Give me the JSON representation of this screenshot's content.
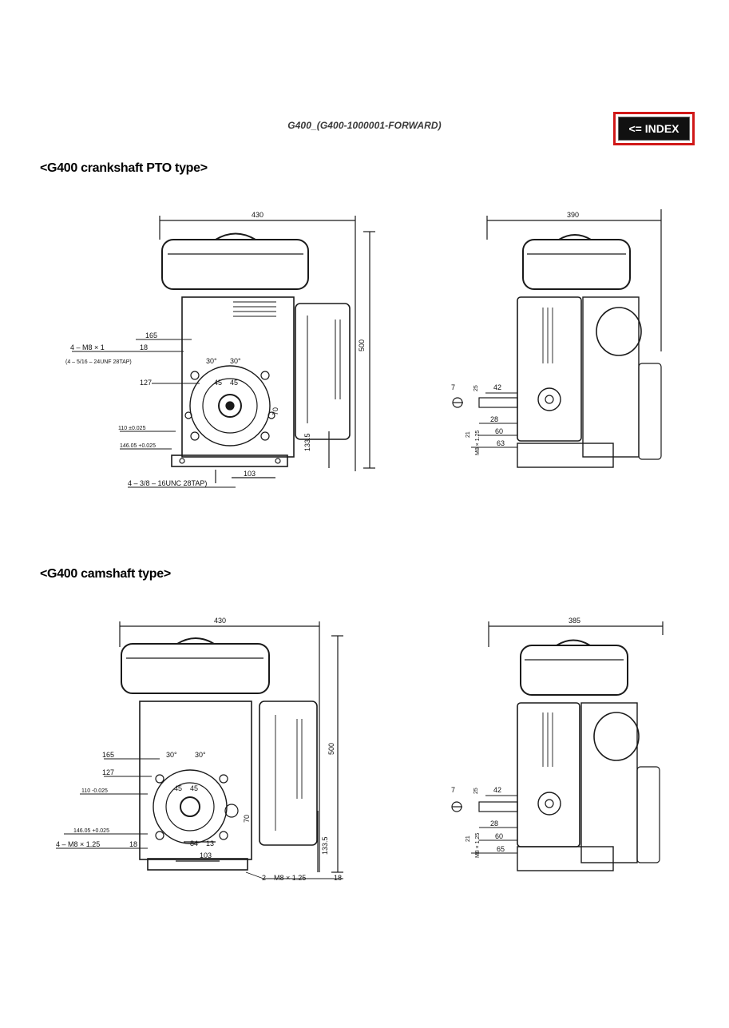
{
  "header": {
    "doc_title": "G400_(G400-1000001-FORWARD)",
    "index_button_label": "<= INDEX"
  },
  "sections": [
    {
      "heading": "<G400 crankshaft PTO type>",
      "front_view": {
        "dims": {
          "width": "430",
          "height": "500",
          "d165": "165",
          "d18": "18",
          "bolt": "4 – M8 × 1",
          "tap": "(4 – 5/16 – 24UNF 28TAP)",
          "d127": "127",
          "a30a": "30°",
          "a30b": "30°",
          "a45a": "45",
          "a45b": "45",
          "d70": "70",
          "d110": "110 ±0.025",
          "d146": "146.05 +0.025",
          "d133": "133.5",
          "d103": "103",
          "tap2": "4 – 3/8 – 16UNC 28TAP)"
        }
      },
      "side_view": {
        "dims": {
          "width": "390",
          "d42": "42",
          "d7": "7",
          "d25": "25",
          "d21": "21",
          "d28": "28",
          "d60": "60",
          "d63": "63",
          "bolt": "M8 × 1.25"
        }
      }
    },
    {
      "heading": "<G400 camshaft type>",
      "front_view": {
        "dims": {
          "width": "430",
          "height": "500",
          "d165": "165",
          "d127": "127",
          "d110": "110 -0.025",
          "d146": "146.05 +0.025",
          "bolt": "4 – M8 × 1.25",
          "d18": "18",
          "a30a": "30°",
          "a30b": "30°",
          "a45a": "45",
          "a45b": "45",
          "d70": "70",
          "d84": "84",
          "d13": "13",
          "d103": "103",
          "d133": "133.5",
          "bolt2": "2 – M8 × 1.25",
          "d18b": "18"
        }
      },
      "side_view": {
        "dims": {
          "width": "385",
          "d42": "42",
          "d7": "7",
          "d25": "25",
          "d21": "21",
          "d28": "28",
          "d60": "60",
          "d65": "65",
          "bolt": "M8 × 1.25"
        }
      }
    }
  ]
}
